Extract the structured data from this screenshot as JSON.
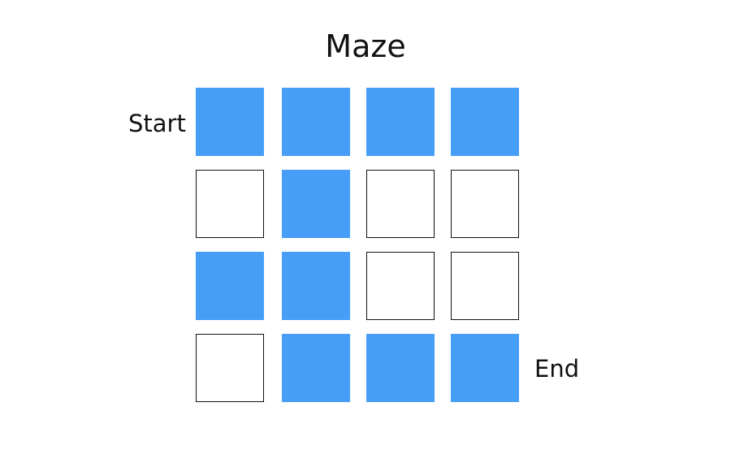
{
  "title": "Maze",
  "start_label": "Start",
  "end_label": "End",
  "colors": {
    "path": "#479ef7",
    "open": "#ffffff",
    "border": "#111111"
  },
  "maze": {
    "rows": 4,
    "cols": 4,
    "cells": [
      [
        1,
        1,
        1,
        1
      ],
      [
        0,
        1,
        0,
        0
      ],
      [
        1,
        1,
        0,
        0
      ],
      [
        0,
        1,
        1,
        1
      ]
    ]
  }
}
